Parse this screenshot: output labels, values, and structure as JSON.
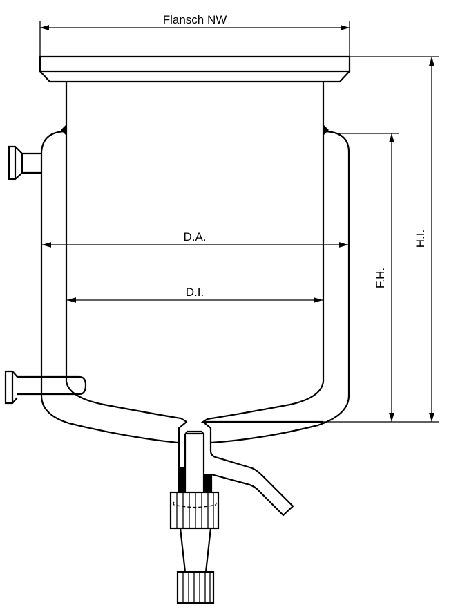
{
  "labels": {
    "flange": "Flansch NW",
    "outer_diameter": "D.A.",
    "inner_diameter": "D.I.",
    "filling_height": "F.H.",
    "inner_height": "H.I."
  },
  "colors": {
    "line": "#000000",
    "background": "#ffffff"
  }
}
